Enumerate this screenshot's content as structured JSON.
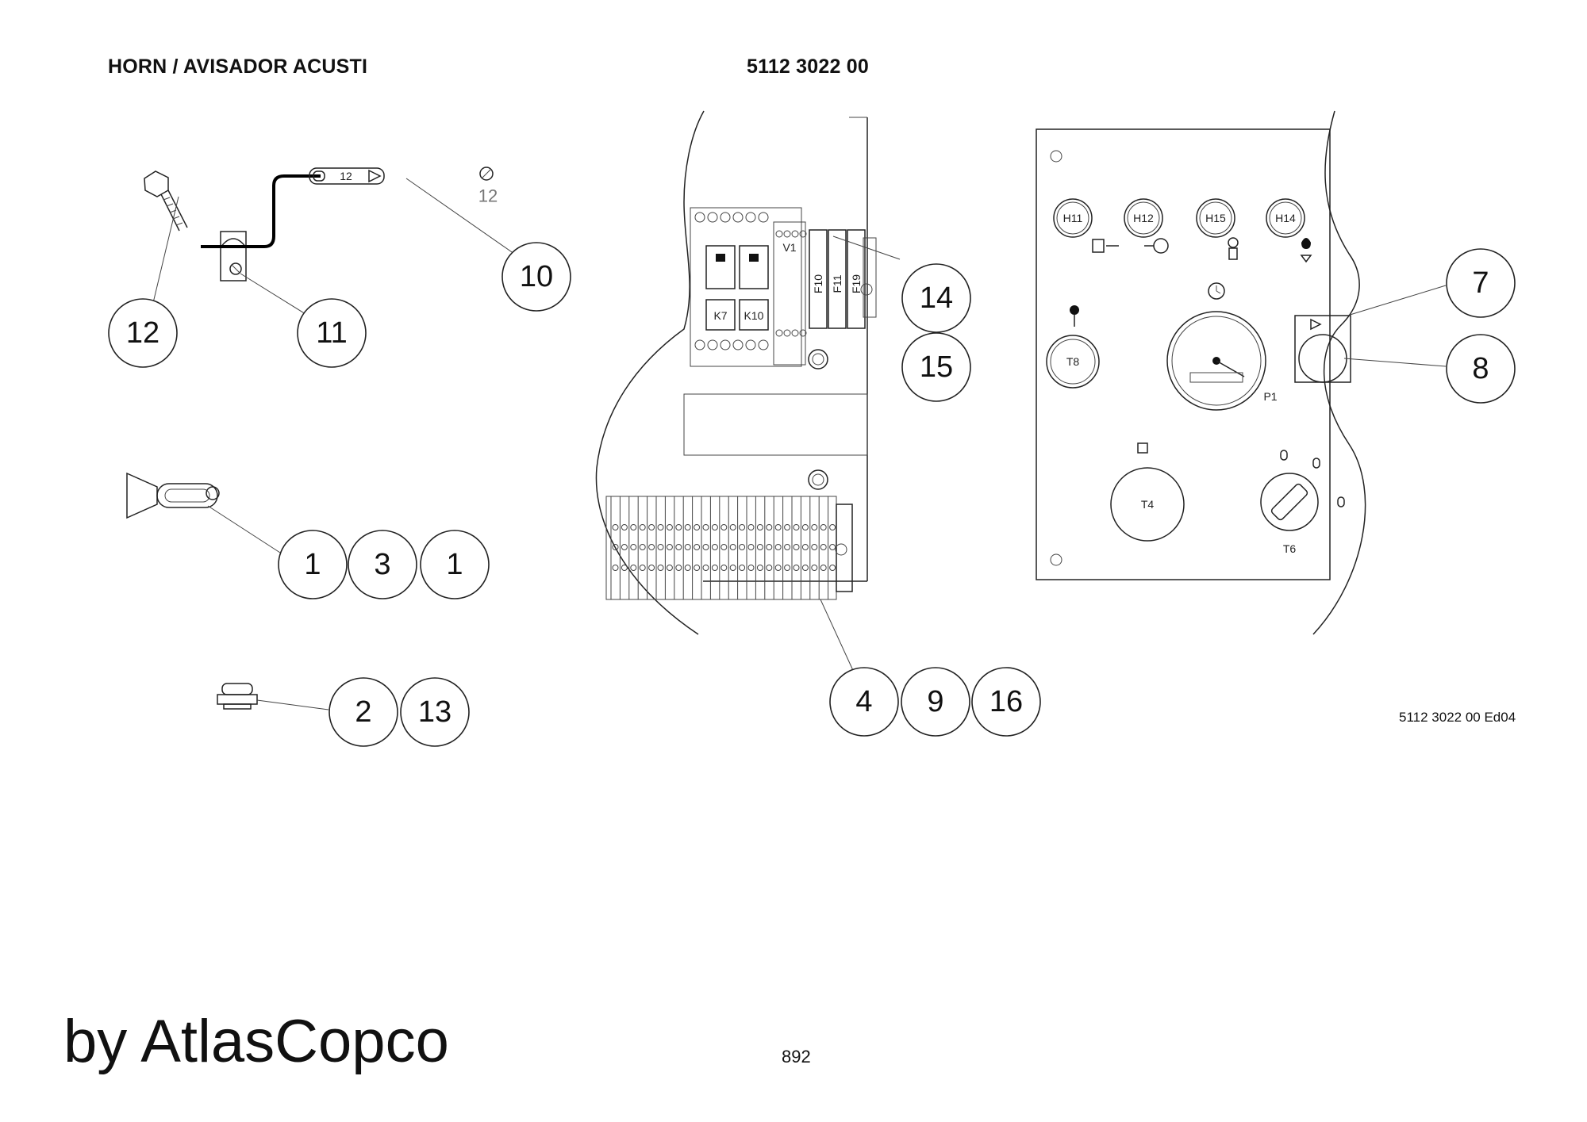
{
  "header": {
    "title": "HORN / AVISADOR ACUSTI",
    "part_number": "5112 3022 00"
  },
  "footer": {
    "edition": "5112 3022 00 Ed04",
    "brand": "by AtlasCopco",
    "page_number": "892"
  },
  "callouts": {
    "c12": "12",
    "c11": "11",
    "c10": "10",
    "c1a": "1",
    "c3": "3",
    "c1b": "1",
    "c2": "2",
    "c13": "13",
    "c14": "14",
    "c15": "15",
    "c4": "4",
    "c9": "9",
    "c16": "16",
    "c7": "7",
    "c8": "8"
  },
  "wire_label": "12",
  "terminal_tag": "12",
  "panel_labels": {
    "H11": "H11",
    "H12": "H12",
    "H15": "H15",
    "H14": "H14",
    "T8": "T8",
    "T4": "T4",
    "T6": "T6",
    "P1": "P1"
  },
  "relay_labels": {
    "V1": "V1",
    "K7": "K7",
    "K10": "K10",
    "F10": "F10",
    "F11": "F11",
    "F19": "F19"
  }
}
